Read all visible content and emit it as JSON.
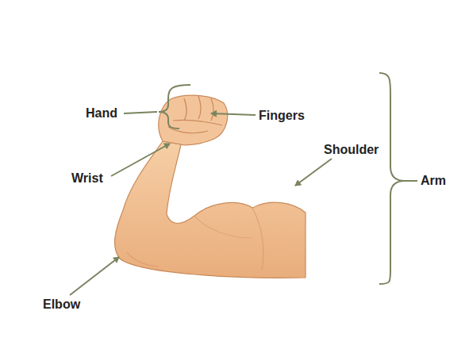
{
  "diagram": {
    "labels": [
      "Hand",
      "Fingers",
      "Wrist",
      "Shoulder",
      "Arm",
      "Elbow"
    ]
  }
}
